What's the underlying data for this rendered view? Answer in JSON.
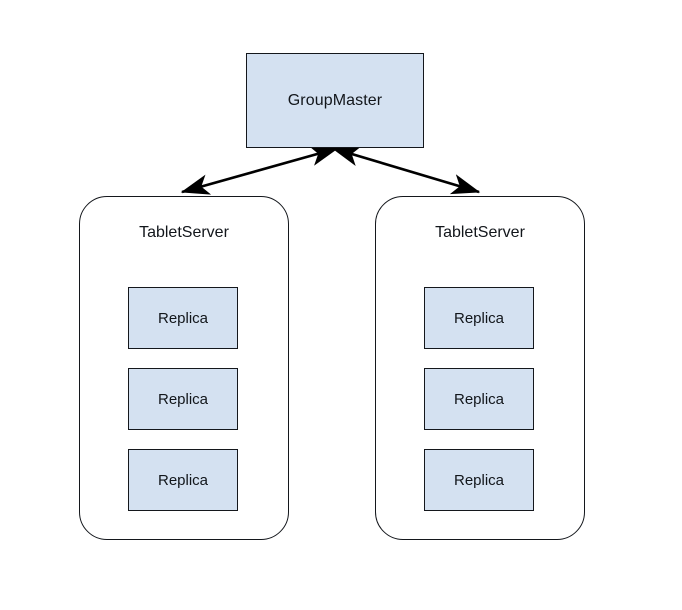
{
  "diagram": {
    "type": "architecture-block-diagram",
    "background_color": "#ffffff",
    "node_fill_color": "#d4e1f1",
    "node_stroke_color": "#14171c",
    "master": {
      "label": "GroupMaster",
      "shape": "rectangle"
    },
    "tablet_servers": [
      {
        "label": "TabletServer",
        "shape": "rounded-rectangle",
        "replicas": [
          {
            "label": "Replica"
          },
          {
            "label": "Replica"
          },
          {
            "label": "Replica"
          }
        ]
      },
      {
        "label": "TabletServer",
        "shape": "rounded-rectangle",
        "replicas": [
          {
            "label": "Replica"
          },
          {
            "label": "Replica"
          },
          {
            "label": "Replica"
          }
        ]
      }
    ],
    "connections": [
      {
        "from": "GroupMaster",
        "to": "TabletServer-left",
        "style": "double-headed-arrow"
      },
      {
        "from": "GroupMaster",
        "to": "TabletServer-right",
        "style": "double-headed-arrow"
      }
    ]
  }
}
